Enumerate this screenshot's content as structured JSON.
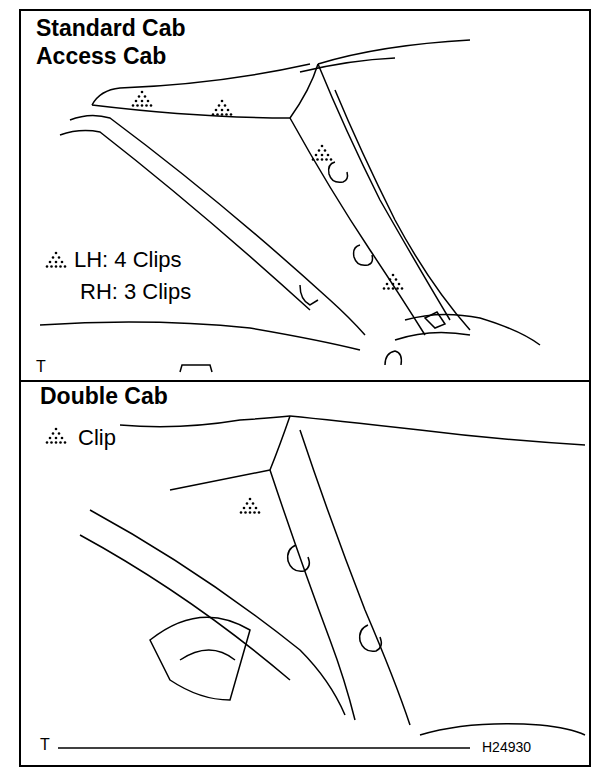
{
  "diagram": {
    "labels": [
      "Standard Cab",
      "Access Cab",
      "LH: 4 Clips",
      "RH: 3 Clips",
      "T",
      "Double Cab",
      "Clip",
      "T",
      "H24930"
    ]
  }
}
